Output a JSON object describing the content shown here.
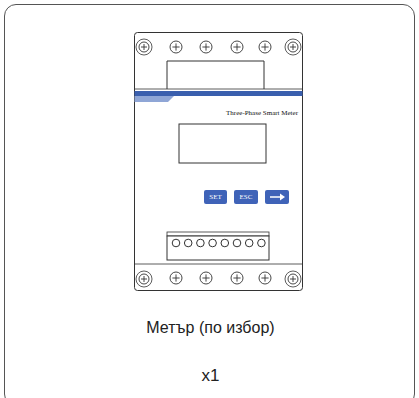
{
  "diagram": {
    "nodes": [
      {
        "text": [
          "Метър (по избор)",
          "x1"
        ]
      },
      {
        "text": [
          "Three-Phase Smart Meter"
        ],
        "in": 0
      },
      {
        "text": [
          "SET"
        ],
        "in": 1
      },
      {
        "text": [
          "ESC"
        ],
        "in": 1
      }
    ]
  }
}
